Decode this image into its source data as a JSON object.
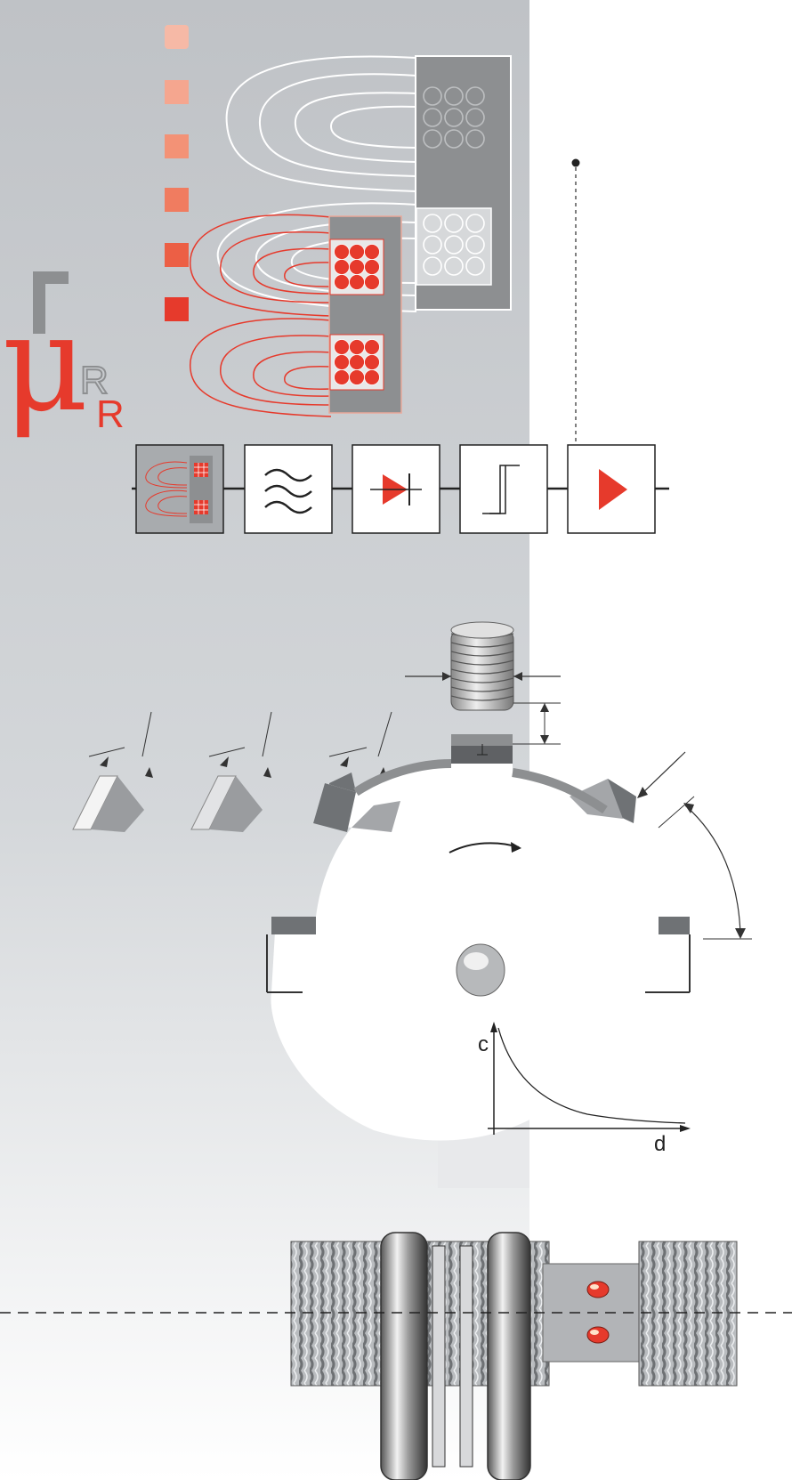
{
  "symbols": {
    "mu": "μ",
    "mu_sub_shadow": "R",
    "mu_sub": "R"
  },
  "graph": {
    "y_axis_label": "c",
    "x_axis_label": "d"
  },
  "signal_chain": {
    "stages": [
      "sensor-coil",
      "filter",
      "rectifier",
      "schmitt-trigger",
      "amplifier"
    ]
  },
  "colors": {
    "accent_red": "#e63a2c",
    "panel_gray": "#c8cbcf",
    "block_gray": "#8d8f91",
    "line_dark": "#333333"
  }
}
